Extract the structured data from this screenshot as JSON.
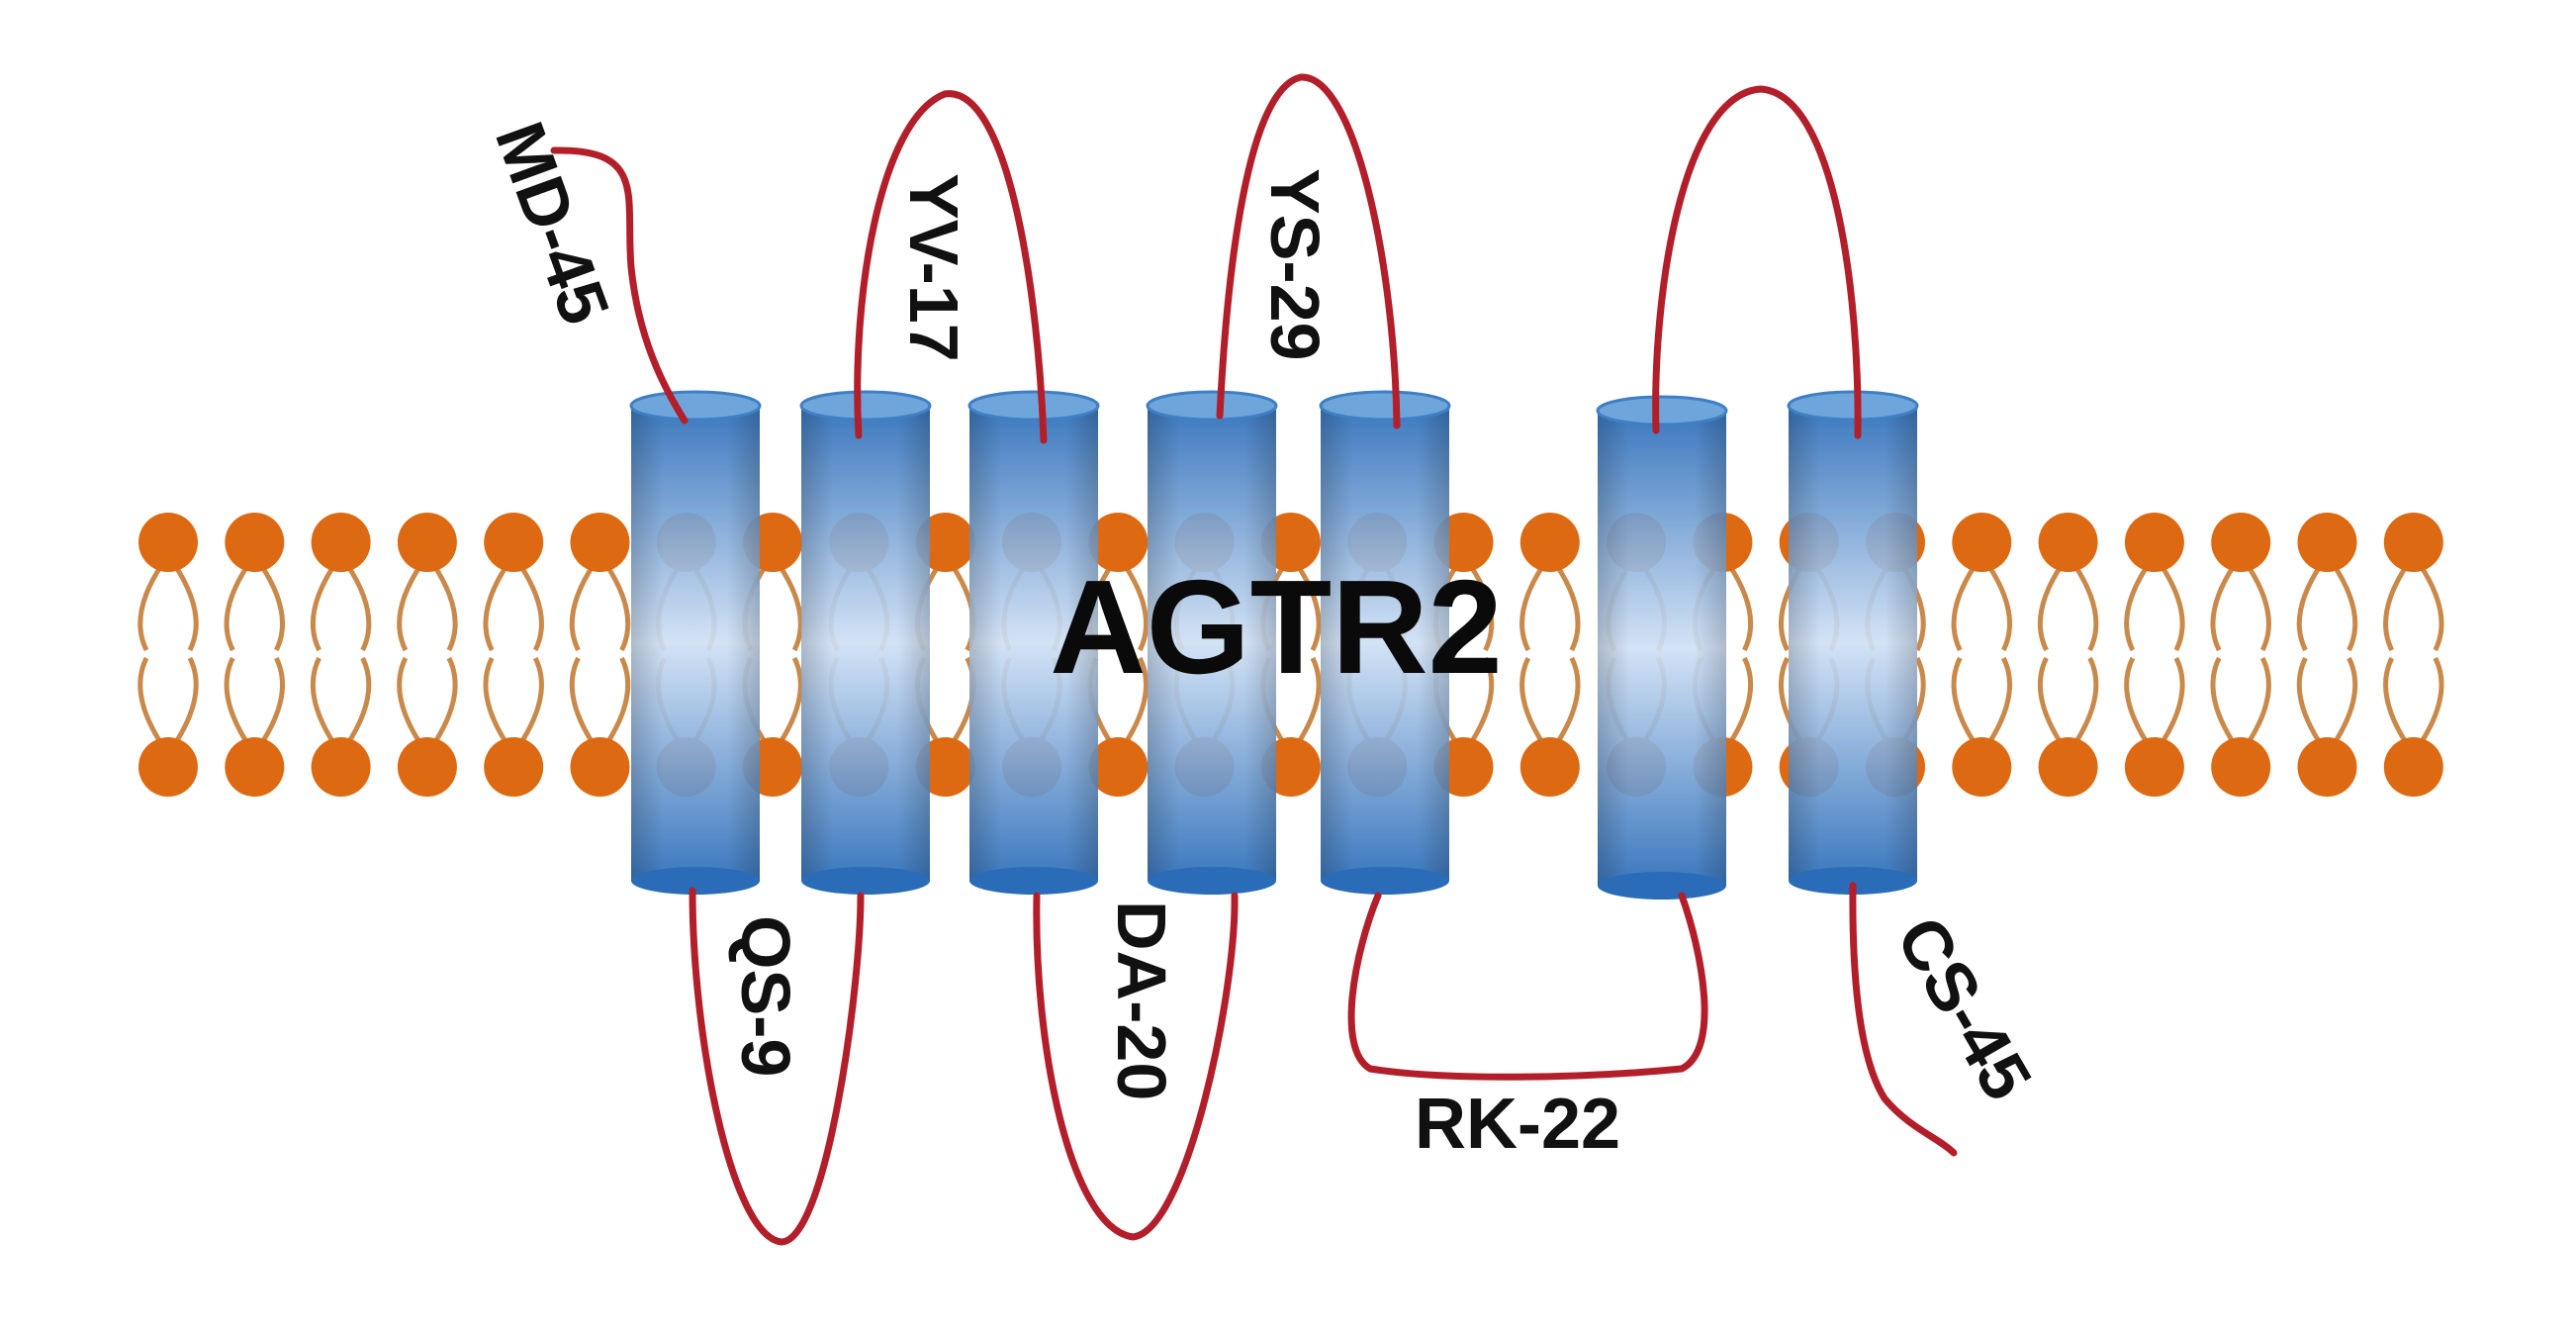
{
  "protein_name": "AGTR2",
  "loops": [
    {
      "id": "n-terminus",
      "label": "MD-45"
    },
    {
      "id": "icl1",
      "label": "QS-9"
    },
    {
      "id": "ecl1",
      "label": "YV-17"
    },
    {
      "id": "icl2",
      "label": "DA-20"
    },
    {
      "id": "ecl2",
      "label": "YS-29"
    },
    {
      "id": "icl3",
      "label": "RK-22"
    },
    {
      "id": "ecl3",
      "label": ""
    },
    {
      "id": "c-terminus",
      "label": "CS-45"
    }
  ],
  "colors": {
    "helix_top": "#1f5fa8",
    "helix_mid": "#c8dcf2",
    "helix_cap": "#6ea6dc",
    "loop": "#b21f2a",
    "lipid_head": "#dd6a12",
    "lipid_tail": "#c9894a",
    "text": "#111111"
  }
}
